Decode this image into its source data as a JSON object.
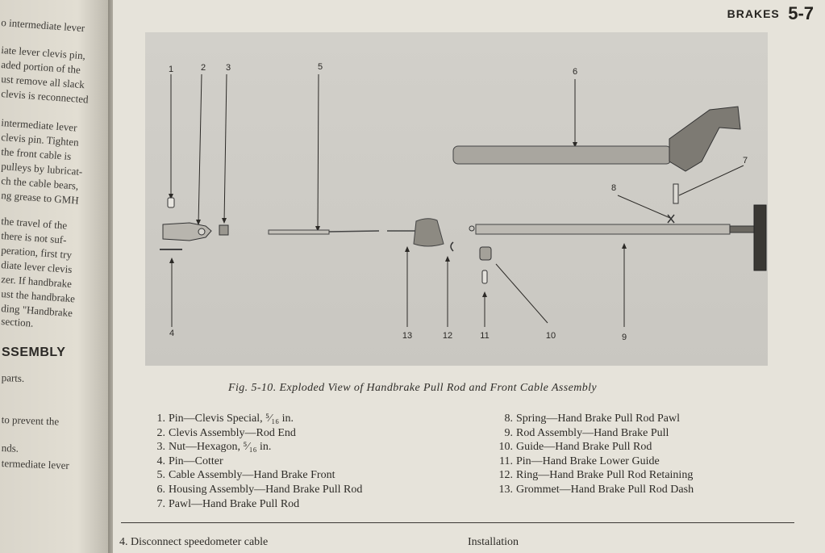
{
  "left_page": {
    "lines": [
      "o intermediate lever",
      "iate lever clevis pin,",
      "aded portion of the",
      "ust remove all slack",
      "clevis is reconnected",
      "intermediate lever",
      "clevis pin. Tighten",
      "the front cable is",
      "pulleys by lubricat-",
      "ch the cable bears,",
      "ng grease to GMH",
      "the travel of the",
      "there is not suf-",
      "peration, first try",
      "diate lever clevis",
      "zer. If handbrake",
      "ust the handbrake",
      "ding \"Handbrake",
      "section."
    ],
    "heading": "SSEMBLY",
    "lines2": [
      "parts.",
      "to prevent the",
      "nds.",
      "termediate lever"
    ]
  },
  "header": {
    "section": "BRAKES",
    "page": "5-7"
  },
  "figure": {
    "callouts": [
      "1",
      "2",
      "3",
      "4",
      "5",
      "6",
      "7",
      "8",
      "9",
      "10",
      "11",
      "12",
      "13"
    ],
    "caption": "Fig. 5-10. Exploded View of Handbrake Pull Rod and Front Cable Assembly"
  },
  "parts_col1": [
    {
      "n": "1.",
      "t": "Pin—Clevis Special, ⁵⁄₁₆ in."
    },
    {
      "n": "2.",
      "t": "Clevis Assembly—Rod End"
    },
    {
      "n": "3.",
      "t": "Nut—Hexagon, ⁵⁄₁₆ in."
    },
    {
      "n": "4.",
      "t": "Pin—Cotter"
    },
    {
      "n": "5.",
      "t": "Cable Assembly—Hand Brake Front"
    },
    {
      "n": "6.",
      "t": "Housing Assembly—Hand Brake Pull Rod"
    },
    {
      "n": "7.",
      "t": "Pawl—Hand Brake Pull Rod"
    }
  ],
  "parts_col2": [
    {
      "n": "8.",
      "t": "Spring—Hand Brake Pull Rod Pawl"
    },
    {
      "n": "9.",
      "t": "Rod Assembly—Hand Brake Pull"
    },
    {
      "n": "10.",
      "t": "Guide—Hand Brake Pull Rod"
    },
    {
      "n": "11.",
      "t": "Pin—Hand Brake Lower Guide"
    },
    {
      "n": "12.",
      "t": "Ring—Hand Brake Pull Rod Retaining"
    },
    {
      "n": "13.",
      "t": "Grommet—Hand Brake Pull Rod Dash"
    }
  ],
  "footer": {
    "step": "4. Disconnect speedometer cable",
    "next_heading": "Installation"
  }
}
